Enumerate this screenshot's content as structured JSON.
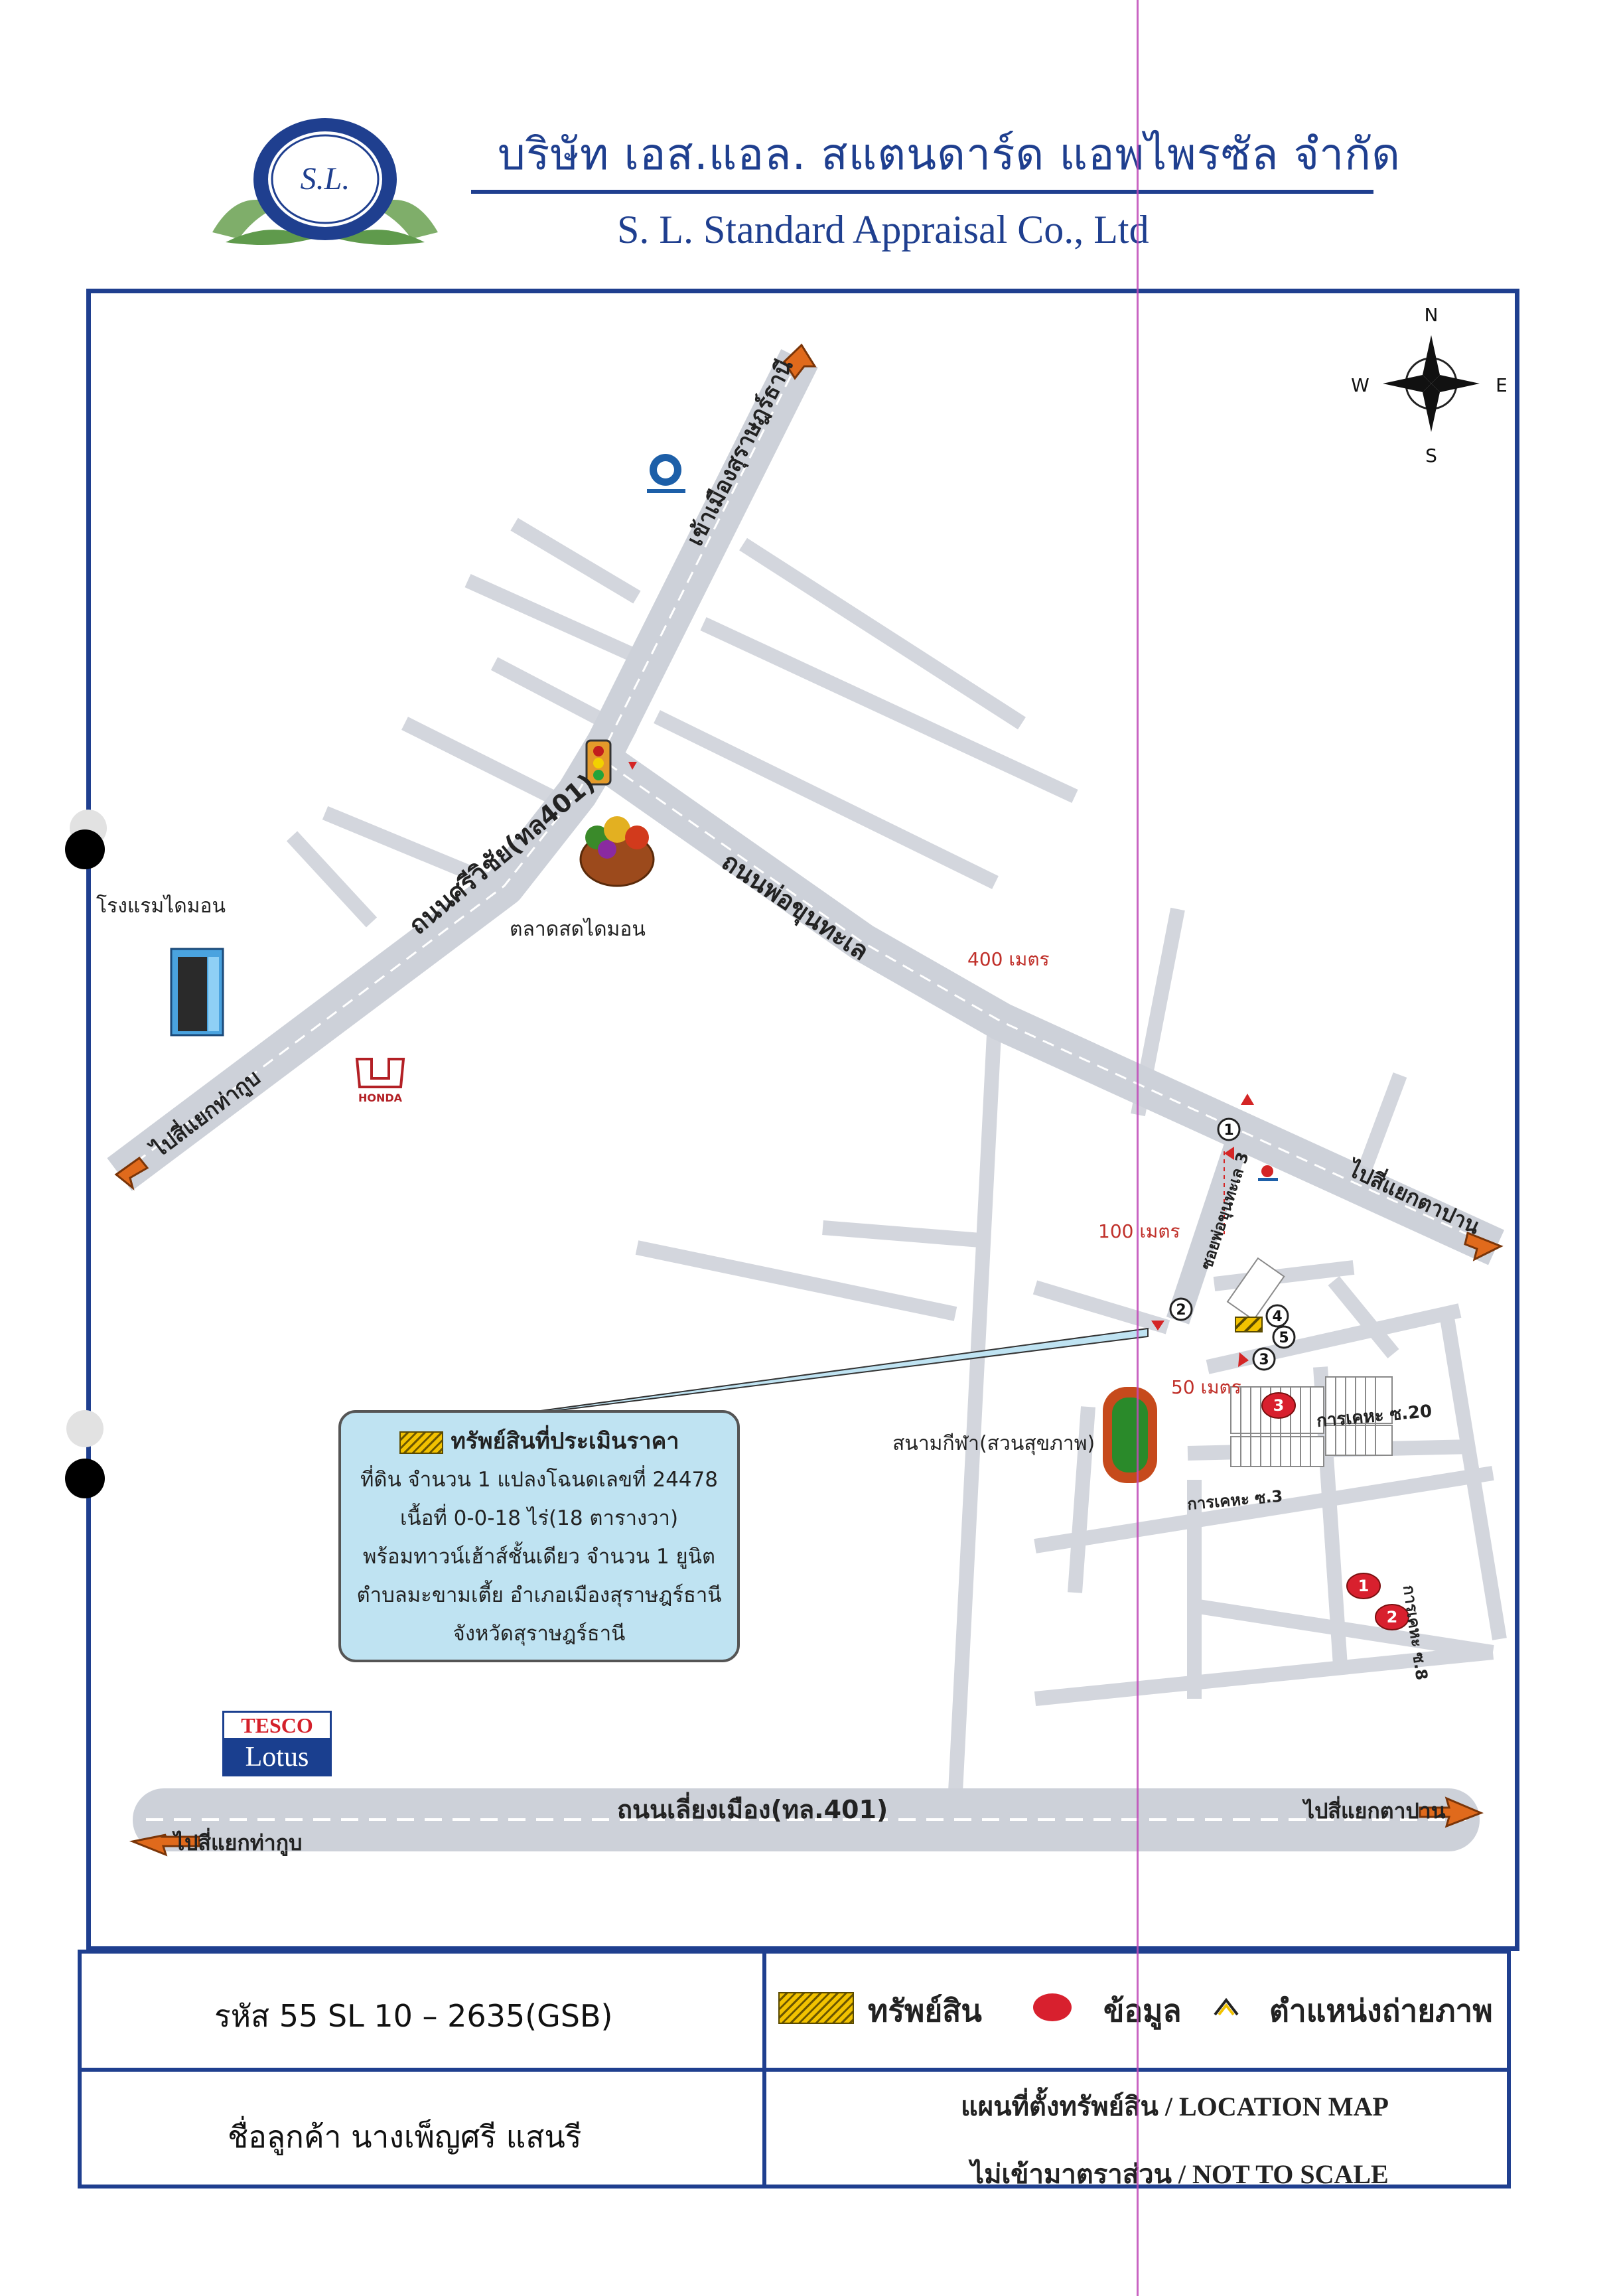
{
  "header": {
    "logo_text": "S.L.",
    "company_name_th": "บริษัท เอส.แอล. สแตนดาร์ด แอพไพรซัล จำกัด",
    "company_name_en": "S. L. Standard Appraisal Co., Ltd"
  },
  "compass": {
    "north": "N",
    "south": "S",
    "east": "E",
    "west": "W"
  },
  "map": {
    "roads": {
      "sriwichai": "ถนนศรีวิชัย(ทล401)",
      "to_muang": "เข้าเมืองสุราษฎร์ธานี",
      "to_thakub_upper": "ไปสี่แยกท่ากูบ",
      "phokhun": "ถนนพ่อขุนทะเล",
      "to_tapan_upper": "ไปสี่แยกตาปาน",
      "soi3": "ซอยพ่อขุนทะเล 3",
      "kaheha20": "การเคหะ ซ.20",
      "kaheha3": "การเคหะ ซ.3",
      "kaheha8": "การเคหะ ซ.8",
      "liang_muang": "ถนนเลี่ยงเมือง(ทล.401)",
      "to_tapan_lower": "ไปสี่แยกตาปาน",
      "to_thakub_lower": "ไปสี่แยกท่ากูบ"
    },
    "landmarks": {
      "hotel": "โรงแรมไดมอน",
      "market": "ตลาดสดไดมอน",
      "stadium": "สนามกีฬา(สวนสุขภาพ)",
      "honda": "HONDA",
      "tesco_top": "TESCO",
      "tesco_bottom": "Lotus"
    },
    "distances": {
      "d400": "400 เมตร",
      "d100": "100 เมตร",
      "d50": "50 เมตร"
    },
    "photo_points": [
      "1",
      "2",
      "3",
      "4",
      "5"
    ],
    "comparables": [
      "1",
      "2",
      "3"
    ],
    "info_box": {
      "title": "ทรัพย์สินที่ประเมินราคา",
      "line1": "ที่ดิน จำนวน 1 แปลงโฉนดเลขที่ 24478",
      "line2": "เนื้อที่ 0-0-18 ไร่(18 ตารางวา)",
      "line3": "พร้อมทาวน์เฮ้าส์ชั้นเดียว จำนวน 1 ยูนิต",
      "line4": "ตำบลมะขามเตี้ย อำเภอเมืองสุราษฎร์ธานี",
      "line5": "จังหวัดสุราษฎร์ธานี"
    },
    "colors": {
      "road": "#cfd3dc",
      "frame": "#1f3f8f",
      "info_bg": "#bfe3f2",
      "comparable": "#d8202e",
      "arrow": "#e06a1c"
    }
  },
  "footer": {
    "code": "รหัส 55 SL 10 – 2635(GSB)",
    "customer": "ชื่อลูกค้า นางเพ็ญศรี แสนรี",
    "legend_property": "ทรัพย์สิน",
    "legend_comparable": "ข้อมูล",
    "legend_photo": "ตำแหน่งถ่ายภาพ",
    "map_title": "แผนที่ตั้งทรัพย์สิน / LOCATION MAP",
    "scale_note": "ไม่เข้ามาตราส่วน / NOT TO SCALE"
  }
}
